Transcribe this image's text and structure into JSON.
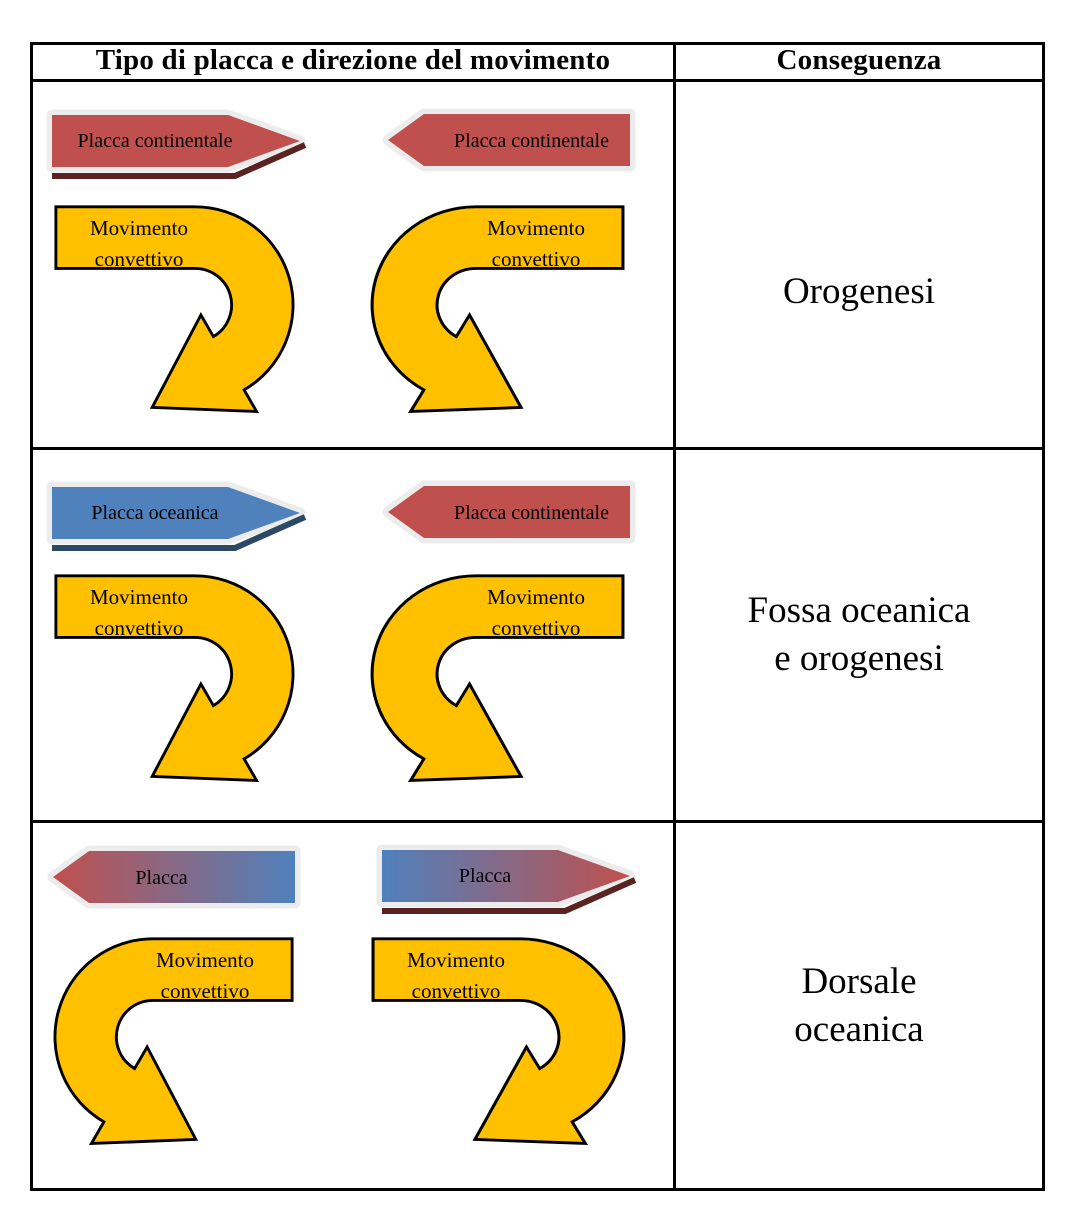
{
  "header": {
    "col1": "Tipo di placca e direzione del movimento",
    "col2": "Conseguenza"
  },
  "rows": [
    {
      "left_plate": "Placca continentale",
      "right_plate": "Placca continentale",
      "consequence_lines": [
        "Orogenesi",
        ""
      ]
    },
    {
      "left_plate": "Placca oceanica",
      "right_plate": "Placca continentale",
      "consequence_lines": [
        "Fossa oceanica",
        "e orogenesi"
      ]
    },
    {
      "left_plate": "Placca",
      "right_plate": "Placca",
      "consequence_lines": [
        "Dorsale",
        "oceanica"
      ]
    }
  ],
  "convection_label": {
    "line1": "Movimento",
    "line2": "convettivo"
  },
  "colors": {
    "red": "#C0504D",
    "blue": "#4F81BD",
    "gold": "#FFC000",
    "maroon_shadow": "#5A2322",
    "navy_shadow": "#2B4865",
    "glow": "#ECECEC",
    "border": "#000000"
  }
}
